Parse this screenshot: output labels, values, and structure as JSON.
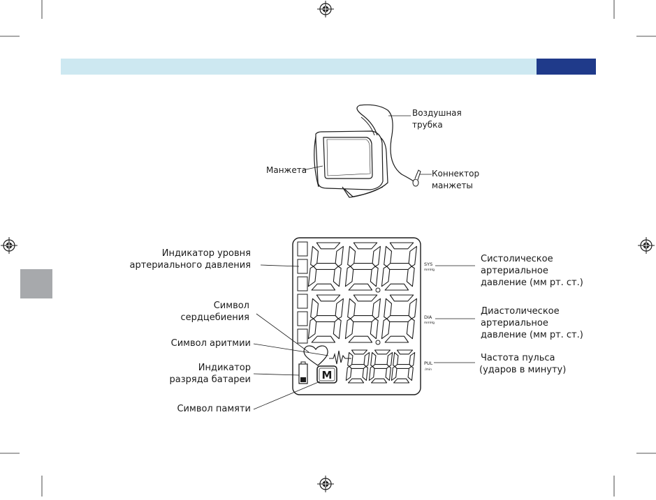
{
  "colors": {
    "header_bar": "#cde8f1",
    "header_accent": "#1f3a8a",
    "side_tab": "#a7a9ac",
    "line": "#1a1a1a"
  },
  "cuff_diagram": {
    "air_tube_label": [
      "Воздушная",
      "трубка"
    ],
    "cuff_label": "Манжета",
    "connector_label": [
      "Коннектор",
      "манжеты"
    ]
  },
  "lcd_diagram": {
    "left_labels": {
      "pressure_level": [
        "Индикатор уровня",
        "артериального давления"
      ],
      "heartbeat": [
        "Символ",
        "сердцебиения"
      ],
      "arrhythmia": "Символ аритмии",
      "battery": [
        "Индикатор",
        "разряда батареи"
      ],
      "memory": "Символ памяти"
    },
    "right_labels": {
      "systolic": [
        "Систолическое",
        "артериальное",
        "давление (мм рт. ст.)"
      ],
      "diastolic": [
        "Диастолическое",
        "артериальное",
        "давление (мм рт. ст.)"
      ],
      "pulse": [
        "Частота пульса",
        "(ударов в минуту)"
      ]
    },
    "display_tags": {
      "sys": "SYS",
      "sys_unit": "mmHg",
      "dia": "DIA",
      "dia_unit": "mmHg",
      "pul": "PUL",
      "pul_unit": "/min",
      "memory_letter": "M"
    }
  }
}
